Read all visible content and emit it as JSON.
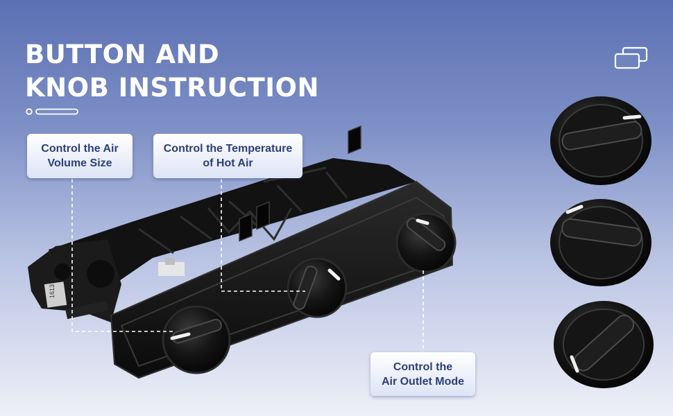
{
  "heading": {
    "line1": "BUTTON AND",
    "line2": "KNOB INSTRUCTION"
  },
  "labels": {
    "air_volume": {
      "line1": "Control the Air",
      "line2": "Volume Size"
    },
    "temperature": {
      "line1": "Control the Temperature",
      "line2": "of Hot Air"
    },
    "outlet": {
      "line1": "Control the",
      "line2": "Air Outlet Mode"
    }
  },
  "part_marking": "1613",
  "icons": {
    "top_right": "window-stack-icon"
  },
  "colors": {
    "label_text": "#2b3f78",
    "heading": "#ffffff",
    "leader_line": "#ffffff"
  }
}
